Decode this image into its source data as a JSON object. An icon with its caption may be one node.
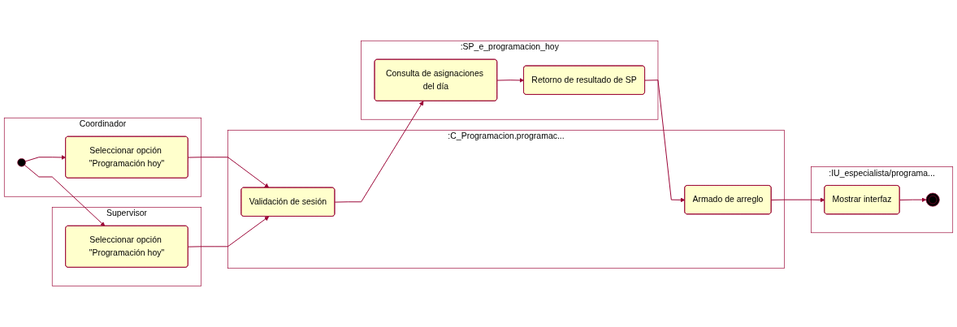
{
  "diagram": {
    "nodes": [
      {
        "text": [
          "Coordinador"
        ]
      },
      {
        "text": [],
        "shape": "circle",
        "in": 0
      },
      {
        "text": [
          "Seleccionar opción \"Programación hoy\""
        ],
        "in": 0
      },
      {
        "text": [
          "Supervisor"
        ]
      },
      {
        "text": [
          "Seleccionar opción \"Programación hoy\""
        ],
        "in": 3
      },
      {
        "text": [
          ":C_Programacion.programac..."
        ]
      },
      {
        "text": [
          "Validación de sesión"
        ],
        "in": 5
      },
      {
        "text": [
          "Armado de arreglo"
        ],
        "in": 5
      },
      {
        "text": [
          ":SP_e_programacion_hoy"
        ]
      },
      {
        "text": [
          "Consulta de asignaciones del día"
        ],
        "in": 8
      },
      {
        "text": [
          "Retorno de resultado de SP"
        ],
        "in": 8
      },
      {
        "text": [
          ":IU_especialista/programa..."
        ]
      },
      {
        "text": [
          "Mostrar interfaz"
        ],
        "in": 11
      },
      {
        "text": [],
        "shape": "circle",
        "in": 11
      }
    ],
    "edges": [
      {
        "from": 1,
        "to": 2,
        "arrow": "to"
      },
      {
        "from": 1,
        "to": 4,
        "arrow": "to"
      },
      {
        "from": 2,
        "to": 6,
        "arrow": "to"
      },
      {
        "from": 4,
        "to": 6,
        "arrow": "to"
      },
      {
        "from": 6,
        "to": 9,
        "arrow": "to"
      },
      {
        "from": 9,
        "to": 10,
        "arrow": "to"
      },
      {
        "from": 10,
        "to": 7,
        "arrow": "to"
      },
      {
        "from": 7,
        "to": 12,
        "arrow": "to"
      },
      {
        "from": 12,
        "to": 13,
        "arrow": "to"
      }
    ]
  }
}
